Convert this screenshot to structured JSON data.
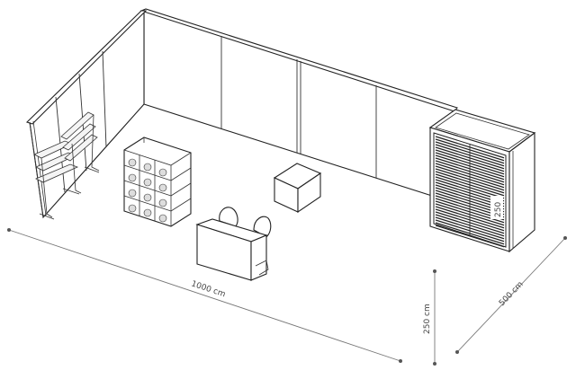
{
  "dimensions": {
    "length_label": "1000 cm",
    "height_label": "250 cm",
    "depth_label": "500 cm",
    "cabinet_height_label": "250"
  }
}
